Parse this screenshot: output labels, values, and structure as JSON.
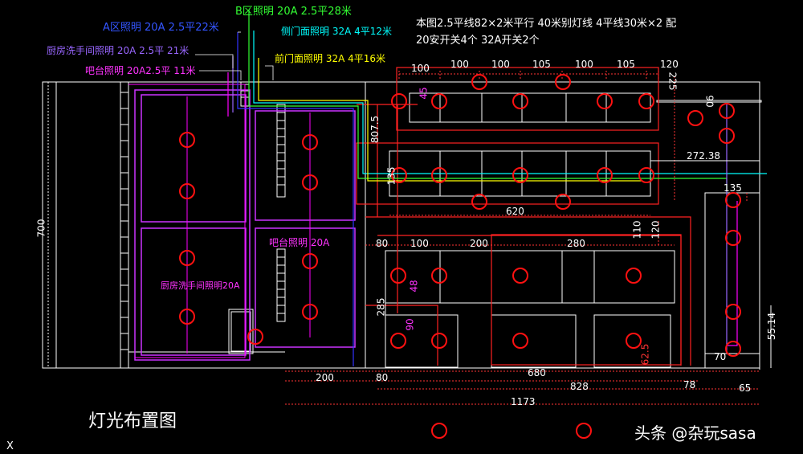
{
  "colors": {
    "background": "#000000",
    "wall": "#ffffff",
    "fixture": "#ff0000",
    "circuit_magenta": "#ff00ff",
    "circuit_purple": "#9966ff",
    "circuit_green": "#33ff33",
    "circuit_cyan": "#00ffff",
    "circuit_yellow": "#ffff00",
    "circuit_blue": "#3333ff",
    "dimension_red": "#ff3333"
  },
  "circuit_labels": {
    "b_zone": "B区照明  20A  2.5平28米",
    "a_zone": "A区照明  20A  2.5平22米",
    "side_door": "侧门面照明  32A  4平12米",
    "kitchen": "厨房洗手间照明  20A  2.5平  21米",
    "front_door": "前门面照明  32A  4平16米",
    "bar": "吧台照明  20A2.5平  11米"
  },
  "notes": {
    "line1": "本图2.5平线82×2米平行  40米别灯线  4平线30米×2  配",
    "line2": "20安开关4个  32A开关2个"
  },
  "room_labels": {
    "bar_room": "吧台照明  20A",
    "kitchen_room": "厨房洗手间照明20A"
  },
  "dimensions": {
    "top_100a": "100",
    "top_100b": "100",
    "top_100c": "100",
    "top_105a": "105",
    "top_100d": "100",
    "top_105b": "105",
    "top_120": "120",
    "side_225": "225",
    "side_90": "90",
    "side_45": "45",
    "side_807": "807.5",
    "w_272": "272.38",
    "w_135": "135",
    "w_620": "620",
    "side_135": "135",
    "h_120": "120",
    "h_110": "110",
    "b_80": "80",
    "b_100": "100",
    "b_200": "200",
    "b_280": "280",
    "v_48": "48",
    "v_90": "90",
    "v_285": "285",
    "v_625": "62.5",
    "v_5514": "55.14",
    "w_70": "70",
    "bot_200": "200",
    "bot_80": "80",
    "bot_680": "680",
    "bot_828": "828",
    "bot_78": "78",
    "bot_65": "65",
    "bot_1173": "1173",
    "left_700": "700"
  },
  "title": "灯光布置图",
  "watermark": "头条 @杂玩sasa",
  "corner_mark": "X"
}
